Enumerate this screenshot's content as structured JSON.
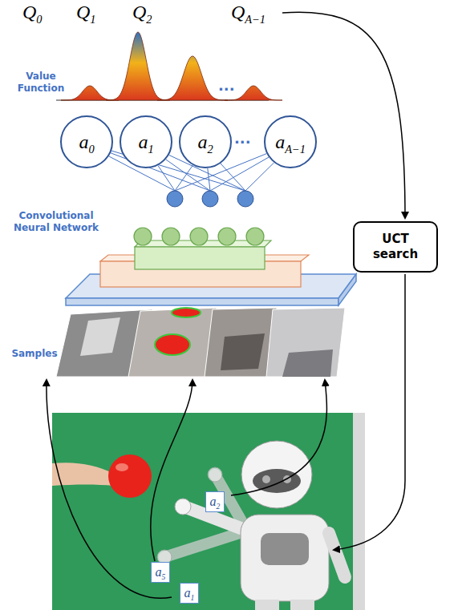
{
  "diagram": {
    "nodes": [
      {
        "text": [
          "a0"
        ]
      },
      {
        "text": [
          "a1"
        ]
      },
      {
        "text": [
          "a2"
        ]
      },
      {
        "text": [
          "aA−1"
        ]
      },
      {
        "text": [
          "UCT search"
        ]
      },
      {
        "text": [
          "a2"
        ]
      },
      {
        "text": [
          "a5"
        ]
      },
      {
        "text": [
          "a1"
        ]
      }
    ],
    "labels": [
      "Q0",
      "Q1",
      "Q2",
      "QA−1",
      "Value Function",
      "...",
      "...",
      "Convolutional Neural Network",
      "Samples"
    ]
  }
}
